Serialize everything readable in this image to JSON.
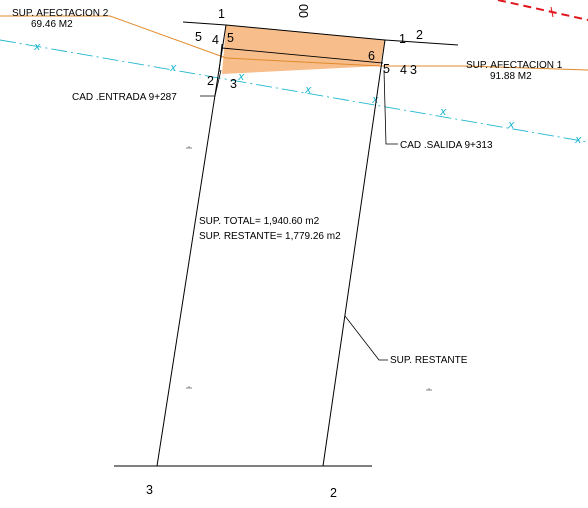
{
  "colors": {
    "background": "#ffffff",
    "line": "#000000",
    "affected_fill": "#f7be8c",
    "road_edge": "#e08a2a",
    "axis": "#22b8cf",
    "boundary_dashed": "#e0151b"
  },
  "top_cut_number": "00",
  "afectacion_2": {
    "title": "SUP. AFECTACION 2",
    "area": "69.46  M2"
  },
  "afectacion_1": {
    "title": "SUP. AFECTACION 1",
    "area": "91.88  M2"
  },
  "cad_entrada": "CAD .ENTRADA 9+287",
  "cad_salida": "CAD .SALIDA 9+313",
  "sup_total": "SUP.  TOTAL=  1,940.60  m2",
  "sup_restante": "SUP.  RESTANTE=  1,779.26  m2",
  "restante_label": "SUP. RESTANTE",
  "axis_mark": "x",
  "vertices": {
    "top_1": "1",
    "top_right_1": "1",
    "top_right_2": "2",
    "v5": "5",
    "v4": "4",
    "v5b": "5",
    "v2": "2",
    "v3": "3",
    "v6": "6",
    "v5c": "5",
    "v4b": "4",
    "v3b": "3",
    "bottom_3": "3",
    "bottom_2": "2"
  }
}
